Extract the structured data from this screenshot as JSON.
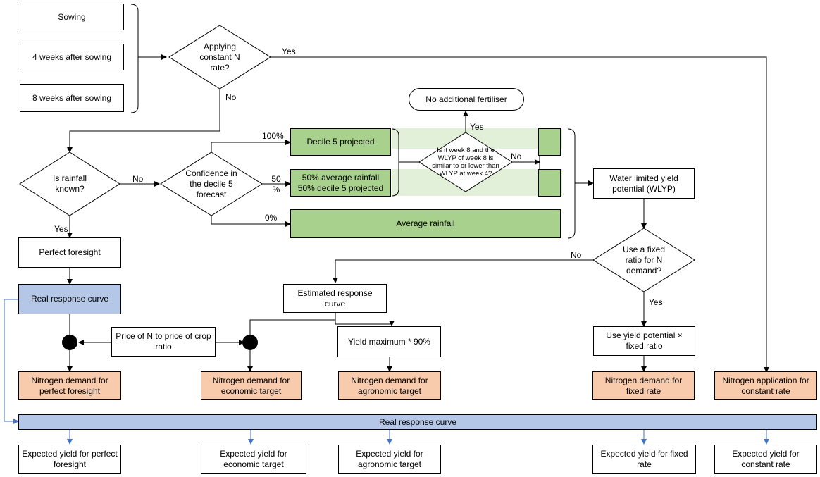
{
  "timing": {
    "sowing": "Sowing",
    "week4": "4 weeks after sowing",
    "week8": "8 weeks after sowing"
  },
  "decisions": {
    "constant_rate": "Applying constant N rate?",
    "rainfall_known": "Is rainfall known?",
    "confidence": "Confidence in the decile 5 forecast",
    "week8_similar": "Is it week 8 and the WLYP of week 8 is similar to or lower than WLYP at week 4?",
    "fixed_ratio": "Use a fixed ratio for N demand?"
  },
  "labels": {
    "yes": "Yes",
    "no": "No",
    "pct100": "100%",
    "pct50": "50 %",
    "pct0": "0%"
  },
  "boxes": {
    "no_additional": "No additional fertiliser",
    "decile5": "Decile 5 projected",
    "mix_rainfall": "50% average rainfall 50% decile 5 projected",
    "average_rainfall": "Average rainfall",
    "wlyp": "Water limited yield potential (WLYP)",
    "perfect_foresight": "Perfect foresight",
    "real_curve_left": "Real response curve",
    "estimated_curve": "Estimated response curve",
    "price_ratio": "Price of N to price of crop ratio",
    "yield_max": "Yield maximum * 90%",
    "yield_potential_fixed": "Use yield potential × fixed ratio",
    "real_curve_bar": "Real response curve"
  },
  "demand": {
    "perfect": "Nitrogen demand for perfect foresight",
    "economic": "Nitrogen demand for economic target",
    "agronomic": "Nitrogen demand for agronomic target",
    "fixed": "Nitrogen demand for fixed rate",
    "constant": "Nitrogen application for constant rate"
  },
  "expected": {
    "perfect": "Expected yield for perfect foresight",
    "economic": "Expected yield for economic target",
    "agronomic": "Expected yield for agronomic target",
    "fixed": "Expected yield for fixed rate",
    "constant": "Expected yield for constant rate"
  },
  "colors": {
    "green": "#a9d18e",
    "light_green": "#e2f0d9",
    "blue": "#b4c7e7",
    "orange": "#f8cbad",
    "blue_arrow": "#4472c4"
  }
}
